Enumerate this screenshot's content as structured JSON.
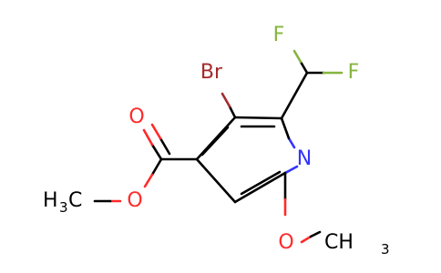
{
  "molecule": {
    "atoms": {
      "n": {
        "symbol": "N",
        "color": "#3333ff"
      },
      "br": {
        "symbol": "Br",
        "color": "#a52a2a"
      },
      "f1": {
        "symbol": "F",
        "color": "#85b53d"
      },
      "f2": {
        "symbol": "F",
        "color": "#85b53d"
      },
      "o_carbonyl": {
        "symbol": "O",
        "color": "#ff2a2a"
      },
      "o_ester": {
        "symbol": "O",
        "color": "#ff2a2a"
      },
      "o_methoxy": {
        "symbol": "O",
        "color": "#ff2a2a"
      },
      "ch3_left": {
        "main": "H",
        "sub": "3",
        "tail": "C",
        "color": "#000000"
      },
      "ch3_right": {
        "main": "CH",
        "sub": "3",
        "color": "#000000"
      }
    }
  }
}
